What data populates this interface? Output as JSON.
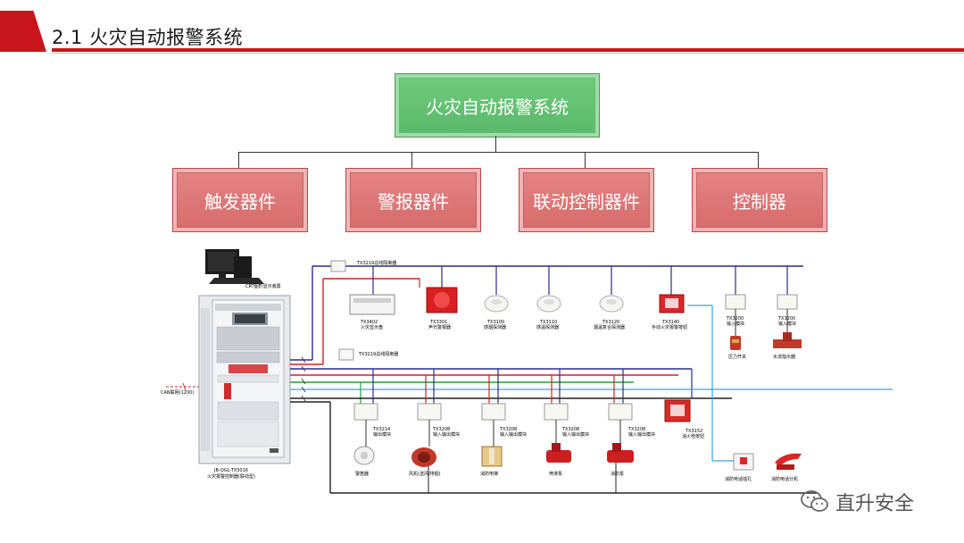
{
  "header": {
    "title": "2.1 火灾自动报警系统",
    "accent_color": "#c8151b"
  },
  "tree": {
    "root": "火灾自动报警系统",
    "categories": [
      "触发器件",
      "警报器件",
      "联动控制器件",
      "控制器"
    ]
  },
  "devices": {
    "monitor_label": "CRT图形显示装置",
    "top_bus_label": "TX3219总线隔离器",
    "mid_bus_label": "TX3219总线隔离器",
    "can_label": "CAN联网(1200)",
    "cabinet_label_1": "JB-QGL-TX3016",
    "cabinet_label_2": "火灾报警控制器(联动型)",
    "top_row": [
      {
        "code": "TX3402",
        "name": "火灾显示盘"
      },
      {
        "code": "TX3301",
        "name": "声光警报器"
      },
      {
        "code": "TX3100",
        "name": "感烟探测器"
      },
      {
        "code": "TX3110",
        "name": "感温探测器"
      },
      {
        "code": "TX3120",
        "name": "烟温复合探测器"
      },
      {
        "code": "TX3140",
        "name": "手动火灾报警按钮"
      },
      {
        "code": "TX3200",
        "name": "输入模块"
      },
      {
        "code": "TX3200",
        "name": "输入模块"
      }
    ],
    "top_row_bottom": [
      "压力开关",
      "水流指示器"
    ],
    "mid_row": [
      {
        "code": "TX3214",
        "name": "输出模块"
      },
      {
        "code": "TX3208",
        "name": "输入输出模块"
      },
      {
        "code": "TX3208",
        "name": "输入输出模块"
      },
      {
        "code": "TX3208",
        "name": "输入输出模块"
      },
      {
        "code": "TX3208",
        "name": "输入输出模块"
      },
      {
        "code": "TX3152",
        "name": "消火栓按钮"
      }
    ],
    "bottom_row": [
      "警笛器",
      "风机(送风/排烟)",
      "消防电梯",
      "喷淋泵",
      "消防泵",
      "消防电话插孔",
      "消防电话分机"
    ]
  },
  "watermark": {
    "text": "直升安全"
  },
  "colors": {
    "root": "#62c271",
    "category": "#dd7676",
    "bus_blue": "#2c2c8c",
    "bus_red": "#d32020",
    "bus_green": "#1aa33a",
    "bus_black": "#222222",
    "bus_cyan": "#3aa0d8"
  }
}
